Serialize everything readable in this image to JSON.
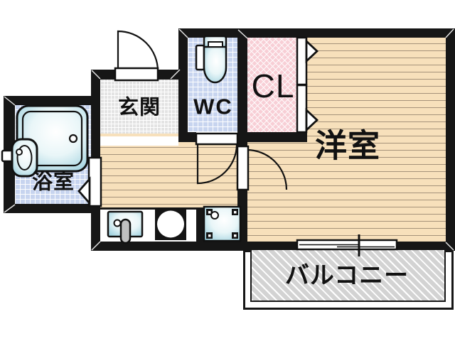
{
  "plan": {
    "rooms": {
      "genkan": {
        "label": "玄関"
      },
      "wc": {
        "label": "WC"
      },
      "closet": {
        "label": "CL"
      },
      "western_room": {
        "label": "洋室"
      },
      "bathroom": {
        "label": "浴室"
      },
      "balcony": {
        "label": "バルコニー"
      }
    },
    "fixtures": {
      "bathtub": "bathtub-icon",
      "washbasin": "washbasin-icon",
      "toilet": "toilet-icon",
      "kitchen_sink": "kitchen-sink-icon",
      "stove": "stove-burner-icon",
      "washing_machine_pan": "washing-machine-pan-icon",
      "entrance_door": "swing-door-icon",
      "wc_door": "swing-door-icon",
      "room_door": "swing-door-icon",
      "bathroom_door": "folding-door-icon",
      "closet_doors": "folding-door-icon",
      "balcony_window": "sliding-window-icon"
    },
    "colors": {
      "wall": "#161616",
      "wood_floor": "#f7e0bb",
      "wood_line": "#a5927a",
      "tile_blue": "#c7d4ef",
      "closet_pink": "#f8cfd6",
      "entrance_gray": "#e3e3e3",
      "balcony_gray": "#d3d3d3",
      "fixture_teal": "#8ec9d9",
      "text": "#111111"
    }
  }
}
